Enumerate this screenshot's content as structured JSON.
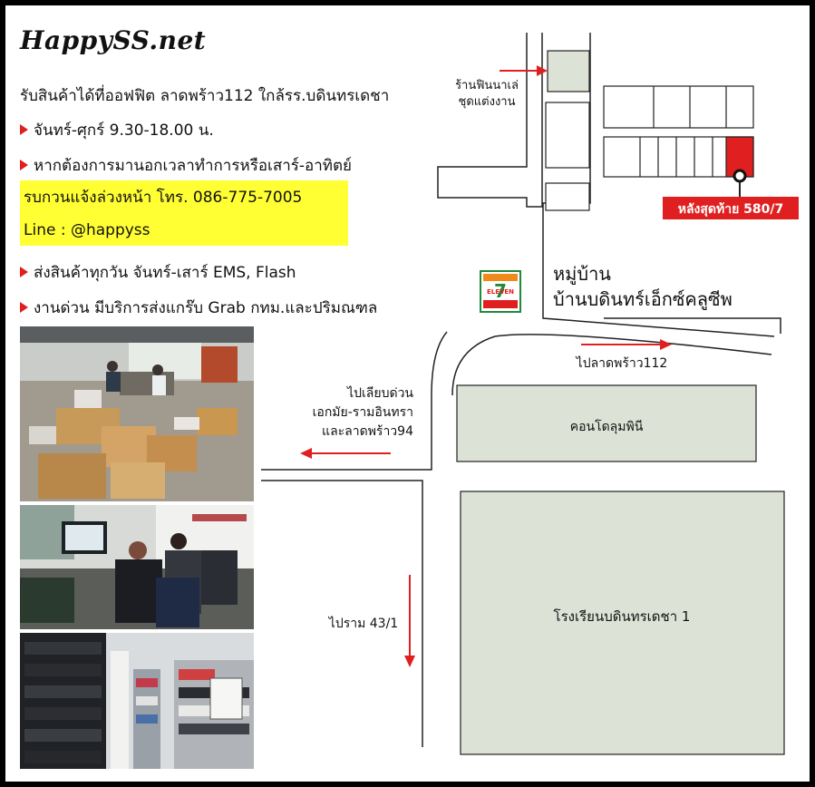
{
  "brand": "HappySS.net",
  "info": {
    "pickup": "รับสินค้าได้ที่ออฟฟิต ลาดพร้าว112 ใกล้รร.บดินทรเดชา",
    "hours": "จันทร์-ศุกร์ 9.30-18.00 น.",
    "after_hours": "หากต้องการมานอกเวลาทำการหรือเสาร์-อาทิตย์",
    "notify_phone": "รบกวนแจ้งล่วงหน้า โทร. 086-775-7005",
    "line": "Line : @happyss",
    "shipping": "ส่งสินค้าทุกวัน จันทร์-เสาร์ EMS, Flash",
    "urgent": "งานด่วน มีบริการส่งแกร๊บ Grab กทม.และปริมณฑล"
  },
  "map": {
    "shop_label_1": "ร้านฟินนาเล่",
    "shop_label_2": "ชุดแต่งงาน",
    "target_label": "หลังสุดท้าย 580/7",
    "village_1": "หมู่บ้าน",
    "village_2": "บ้านบดินทร์เอ็กซ์คลูซีพ",
    "to_ladprao": "ไปลาดพร้าว112",
    "expressway_1": "ไปเลียบด่วน",
    "expressway_2": "เอกมัย-รามอินทรา",
    "expressway_3": "และลาดพร้าว94",
    "condo": "คอนโดลุมพินี",
    "to_ram": "ไปราม 43/1",
    "school": "โรงเรียนบดินทรเดชา 1",
    "seven_label": "ELEVEN",
    "seven_digit": "7"
  },
  "colors": {
    "accent_red": "#e02020",
    "highlight": "#ffff33",
    "block_fill": "#dde2d6",
    "seven_green": "#1f8a3a",
    "seven_orange": "#f08a1c"
  },
  "icons": [
    "arrow-right-icon",
    "arrow-left-icon",
    "arrow-down-icon",
    "location-pin-icon",
    "seven-eleven-logo"
  ]
}
